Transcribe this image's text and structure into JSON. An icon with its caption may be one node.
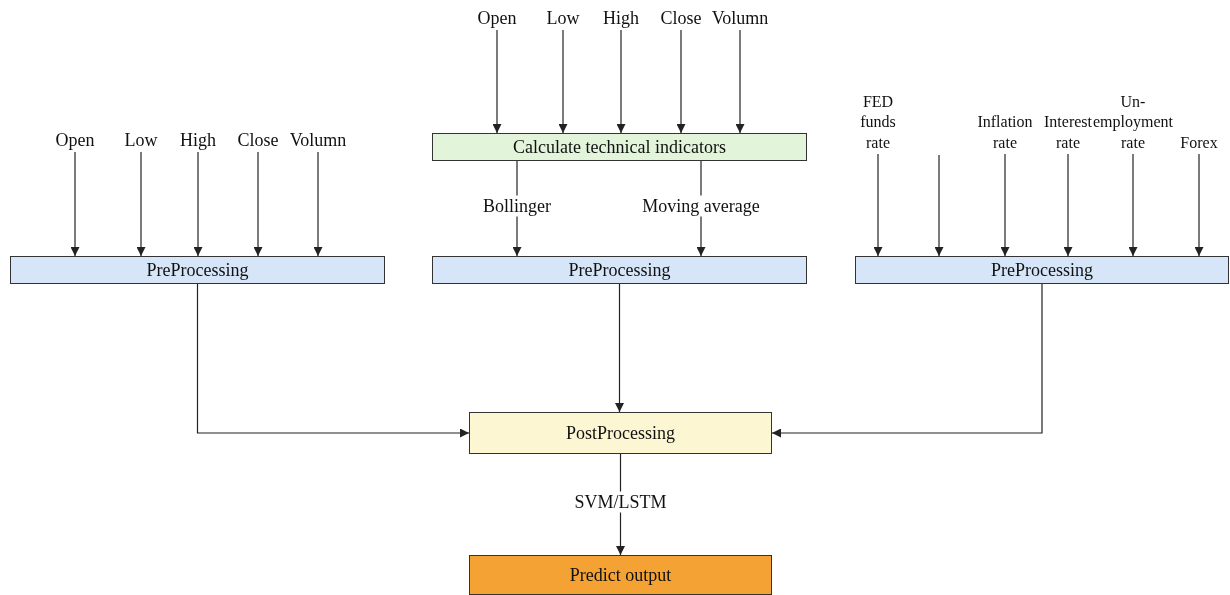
{
  "diagram": {
    "nodes": [
      {
        "text": [
          "Open"
        ]
      },
      {
        "text": [
          "Low"
        ]
      },
      {
        "text": [
          "High"
        ]
      },
      {
        "text": [
          "Close"
        ]
      },
      {
        "text": [
          "Volumn"
        ]
      },
      {
        "text": [
          "PreProcessing"
        ]
      },
      {
        "text": [
          "Open"
        ]
      },
      {
        "text": [
          "Low"
        ]
      },
      {
        "text": [
          "High"
        ]
      },
      {
        "text": [
          "Close"
        ]
      },
      {
        "text": [
          "Volumn"
        ]
      },
      {
        "text": [
          "Calculate technical indicators"
        ]
      },
      {
        "text": [
          "PreProcessing"
        ]
      },
      {
        "text": [
          "FED funds rate"
        ]
      },
      {
        "text": [
          "Inflation rate"
        ]
      },
      {
        "text": [
          "Interest rate"
        ]
      },
      {
        "text": [
          "Un- employment rate"
        ]
      },
      {
        "text": [
          "Forex"
        ]
      },
      {
        "text": [
          "PreProcessing"
        ]
      },
      {
        "text": [
          "PostProcessing"
        ]
      },
      {
        "text": [
          "Predict output"
        ]
      }
    ],
    "edges": [
      {
        "from": 0,
        "to": 5,
        "arrow": "to"
      },
      {
        "from": 1,
        "to": 5,
        "arrow": "to"
      },
      {
        "from": 2,
        "to": 5,
        "arrow": "to"
      },
      {
        "from": 3,
        "to": 5,
        "arrow": "to"
      },
      {
        "from": 4,
        "to": 5,
        "arrow": "to"
      },
      {
        "from": 6,
        "to": 11,
        "arrow": "to"
      },
      {
        "from": 7,
        "to": 11,
        "arrow": "to"
      },
      {
        "from": 8,
        "to": 11,
        "arrow": "to"
      },
      {
        "from": 9,
        "to": 11,
        "arrow": "to"
      },
      {
        "from": 10,
        "to": 11,
        "arrow": "to"
      },
      {
        "from": 11,
        "to": 12,
        "arrow": "to",
        "label": "Bollinger"
      },
      {
        "from": 11,
        "to": 12,
        "arrow": "to",
        "label": "Moving average"
      },
      {
        "from": 13,
        "to": 18,
        "arrow": "to"
      },
      {
        "from": null,
        "to": 18,
        "arrow": "to"
      },
      {
        "from": 14,
        "to": 18,
        "arrow": "to"
      },
      {
        "from": 15,
        "to": 18,
        "arrow": "to"
      },
      {
        "from": 16,
        "to": 18,
        "arrow": "to"
      },
      {
        "from": 17,
        "to": 18,
        "arrow": "to"
      },
      {
        "from": 5,
        "to": 19,
        "arrow": "to"
      },
      {
        "from": 12,
        "to": 19,
        "arrow": "to"
      },
      {
        "from": 18,
        "to": 19,
        "arrow": "to"
      },
      {
        "from": 19,
        "to": 20,
        "arrow": "to",
        "label": "SVM/LSTM"
      }
    ]
  }
}
